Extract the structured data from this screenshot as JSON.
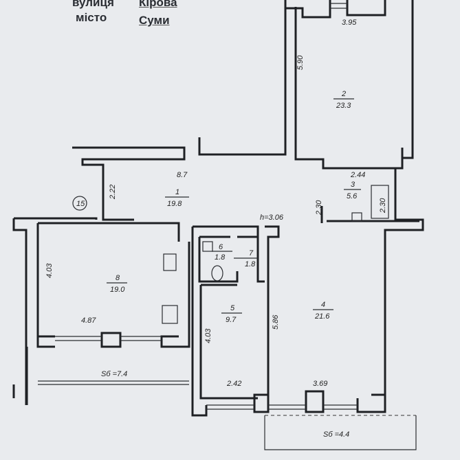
{
  "header": {
    "street_label": "вулиця",
    "street_value": "Кірова",
    "city_label": "місто",
    "city_value": "Суми"
  },
  "plan": {
    "entrance_marker": "15",
    "ceiling_height": "h=3.06",
    "rooms": [
      {
        "number": "1",
        "area": "19.8"
      },
      {
        "number": "2",
        "area": "23.3"
      },
      {
        "number": "3",
        "area": "5.6"
      },
      {
        "number": "4",
        "area": "21.6"
      },
      {
        "number": "5",
        "area": "9.7"
      },
      {
        "number": "6",
        "area": "1.8"
      },
      {
        "number": "7",
        "area": "1.8"
      },
      {
        "number": "8",
        "area": "19.0"
      }
    ],
    "dimensions": {
      "room2_width": "3.95",
      "room2_length": "5.90",
      "corridor_length": "8.7",
      "corridor_width": "2.22",
      "room3_width": "2.44",
      "room3_length": "2.30",
      "room3_bath": "2.30",
      "room8_length": "4.03",
      "room8_width": "4.87",
      "room5_length": "4.03",
      "room5_width": "2.42",
      "room4_length": "5.86",
      "room4_width": "3.69"
    },
    "balconies": [
      {
        "label": "Sб =7.4"
      },
      {
        "label": "Sб =4.4"
      }
    ]
  }
}
